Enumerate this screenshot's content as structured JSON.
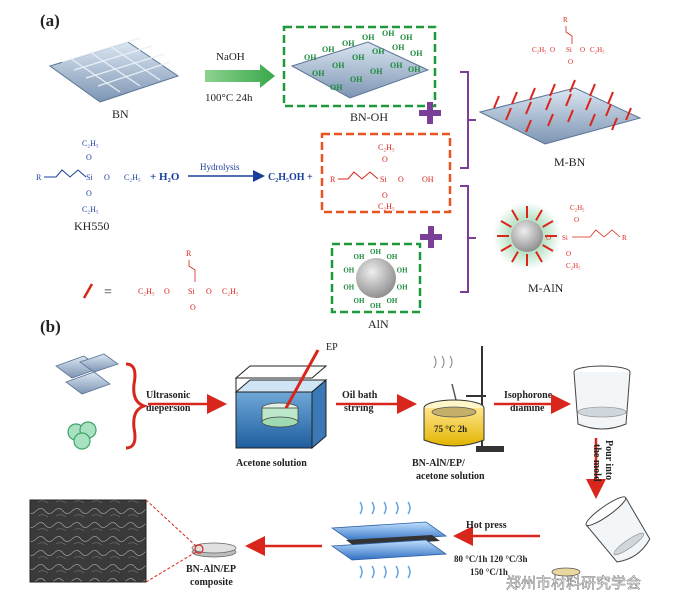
{
  "panel_a": {
    "label": "(a)",
    "bn_label": "BN",
    "naoh_label": "NaOH",
    "condition": "100°C 24h",
    "bn_oh_label": "BN-OH",
    "oh": "OH",
    "kh550_label": "KH550",
    "r": "R",
    "si": "Si",
    "o": "O",
    "oh_short": "OH",
    "c2h5": "C₂H₅",
    "plus_h2o": "+ H₂O",
    "hydrolysis": "Hydrolysis",
    "ethanol_plus": "C₂H₅OH +",
    "m_bn_label": "M-BN",
    "m_aln_label": "M-AlN",
    "aln_label": "AlN",
    "equals": "="
  },
  "panel_b": {
    "label": "(b)",
    "ultrasonic": "Ultrasonic",
    "dispersion": "diepersion",
    "ep": "EP",
    "acetone_solution": "Acetone solution",
    "oil_bath_1": "Oil bath",
    "oil_bath_2": "strring",
    "beaker_temp": "75 °C 2h",
    "bn_aln_ep": "BN-AlN/EP/",
    "acetone_solution_2": "acetone solution",
    "isophorone": "Isophorone",
    "diamine": "diamine",
    "pour_1": "Pour into",
    "pour_2": "the mold",
    "hot_press": "Hot press",
    "hp_1": "80 °C/1h 120 °C/3h",
    "hp_2": "150 °C/1h",
    "composite_1": "BN-AlN/EP",
    "composite_2": "composite"
  },
  "watermark": "郑州市材料研究学会",
  "colors": {
    "green_dash": "#1e9a3c",
    "orange_dash": "#e8531f",
    "purple": "#7b3f98",
    "red": "#d9261c",
    "blue_text": "#1a3f9a",
    "oh_green": "#1c8a3a"
  }
}
